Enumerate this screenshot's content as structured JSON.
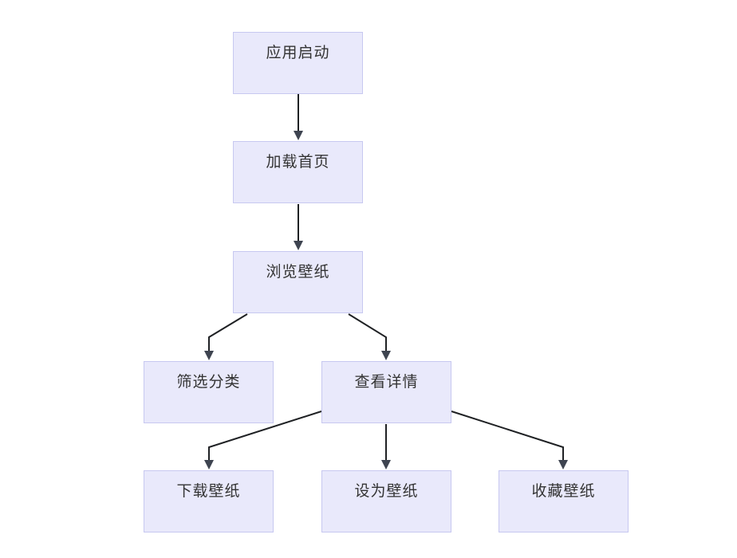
{
  "diagram": {
    "type": "flowchart",
    "direction": "top-down",
    "nodes": [
      {
        "id": "start",
        "label": "应用启动"
      },
      {
        "id": "load-home",
        "label": "加载首页"
      },
      {
        "id": "browse",
        "label": "浏览壁纸"
      },
      {
        "id": "filter",
        "label": "筛选分类"
      },
      {
        "id": "details",
        "label": "查看详情"
      },
      {
        "id": "download",
        "label": "下载壁纸"
      },
      {
        "id": "set-wallpaper",
        "label": "设为壁纸"
      },
      {
        "id": "favorite",
        "label": "收藏壁纸"
      }
    ],
    "edges": [
      {
        "from": "start",
        "to": "load-home"
      },
      {
        "from": "load-home",
        "to": "browse"
      },
      {
        "from": "browse",
        "to": "filter"
      },
      {
        "from": "browse",
        "to": "details"
      },
      {
        "from": "details",
        "to": "download"
      },
      {
        "from": "details",
        "to": "set-wallpaper"
      },
      {
        "from": "details",
        "to": "favorite"
      }
    ],
    "colors": {
      "node_fill": "#e9e9fb",
      "node_border": "#c7c8f0",
      "text": "#333333",
      "edge_line": "#1f2124",
      "arrowhead": "#3e4450",
      "background": "#ffffff"
    }
  }
}
